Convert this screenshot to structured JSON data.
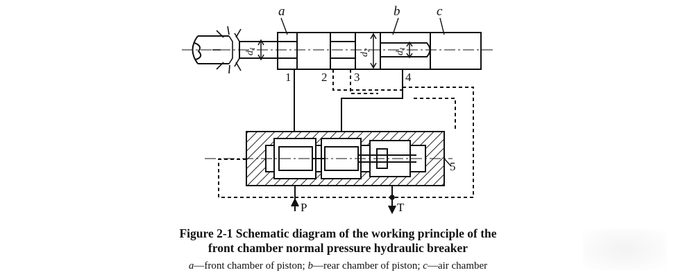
{
  "labels": {
    "chamber_a": "a",
    "chamber_b": "b",
    "chamber_c": "c",
    "port_1": "1",
    "port_2": "2",
    "port_3": "3",
    "port_4": "4",
    "port_5": "5",
    "supply": "P",
    "tank": "T",
    "d_left_sym": "d",
    "d_left_sub": "1",
    "d_mid_sym": "d",
    "d_mid_sub": "2",
    "d_right_sym": "d",
    "d_right_sub": "1"
  },
  "caption": {
    "title_line1": "Figure 2-1  Schematic diagram of the working principle of the",
    "title_line2": "front chamber normal pressure hydraulic breaker",
    "legend": {
      "a_letter": "a",
      "a_text": "—front chamber of piston; ",
      "b_letter": "b",
      "b_text": "—rear chamber of piston; ",
      "c_letter": "c",
      "c_text": "—air chamber"
    }
  },
  "colors": {
    "line": "#111111",
    "background": "#ffffff"
  }
}
